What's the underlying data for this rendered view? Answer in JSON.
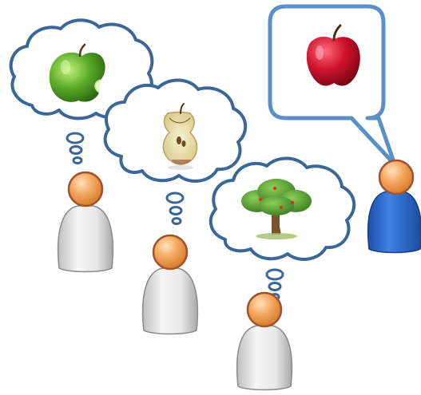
{
  "diagram": {
    "people": [
      {
        "role": "thinker",
        "thought": "green-apple-bitten",
        "shirt_color": "#e4e4e4"
      },
      {
        "role": "thinker",
        "thought": "apple-core",
        "shirt_color": "#e4e4e4"
      },
      {
        "role": "thinker",
        "thought": "apple-tree",
        "shirt_color": "#e4e4e4"
      },
      {
        "role": "speaker",
        "says": "red-apple",
        "shirt_color": "#2f6fd6"
      }
    ],
    "colors": {
      "bubble_outline": "#3b6797",
      "speech_outline": "#5b8fc7",
      "head": "#f0a055",
      "head_outline": "#a0522d",
      "gray_body": "#e4e4e4",
      "blue_body": "#2f6fd6"
    }
  }
}
